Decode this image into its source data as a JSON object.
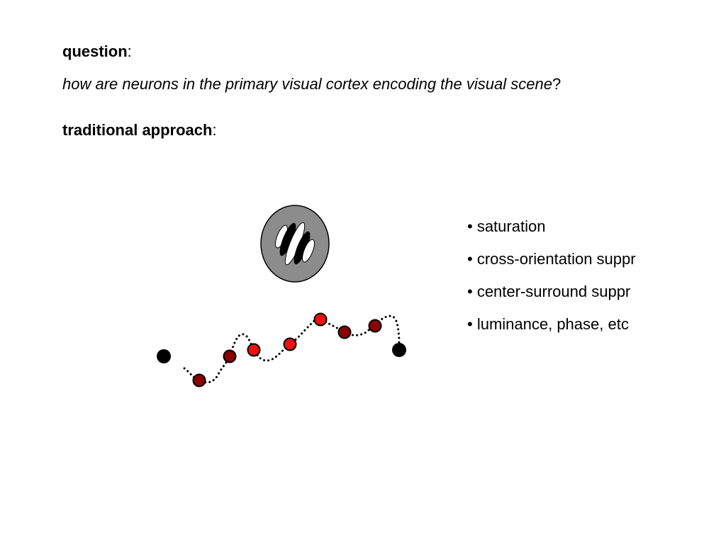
{
  "question": {
    "heading": "question",
    "heading_suffix": ":",
    "text": "how are neurons in the primary visual cortex encoding the visual scene",
    "text_suffix": "?"
  },
  "approach": {
    "heading": "traditional approach",
    "heading_suffix": ":"
  },
  "bullets": [
    "• saturation",
    "• cross-orientation suppr",
    "• center-surround suppr",
    "• luminance, phase, etc"
  ],
  "diagram": {
    "colors": {
      "bright_red": "#ee1111",
      "dark_red": "#8b0000",
      "black": "#000000",
      "receptive_field_fill": "#8c8c8c"
    },
    "icons": [
      "receptive-field-icon",
      "tuning-curve"
    ],
    "dot_colors": [
      "black",
      "dark_red",
      "dark_red",
      "bright_red",
      "bright_red",
      "bright_red",
      "dark_red",
      "dark_red",
      "black"
    ]
  }
}
